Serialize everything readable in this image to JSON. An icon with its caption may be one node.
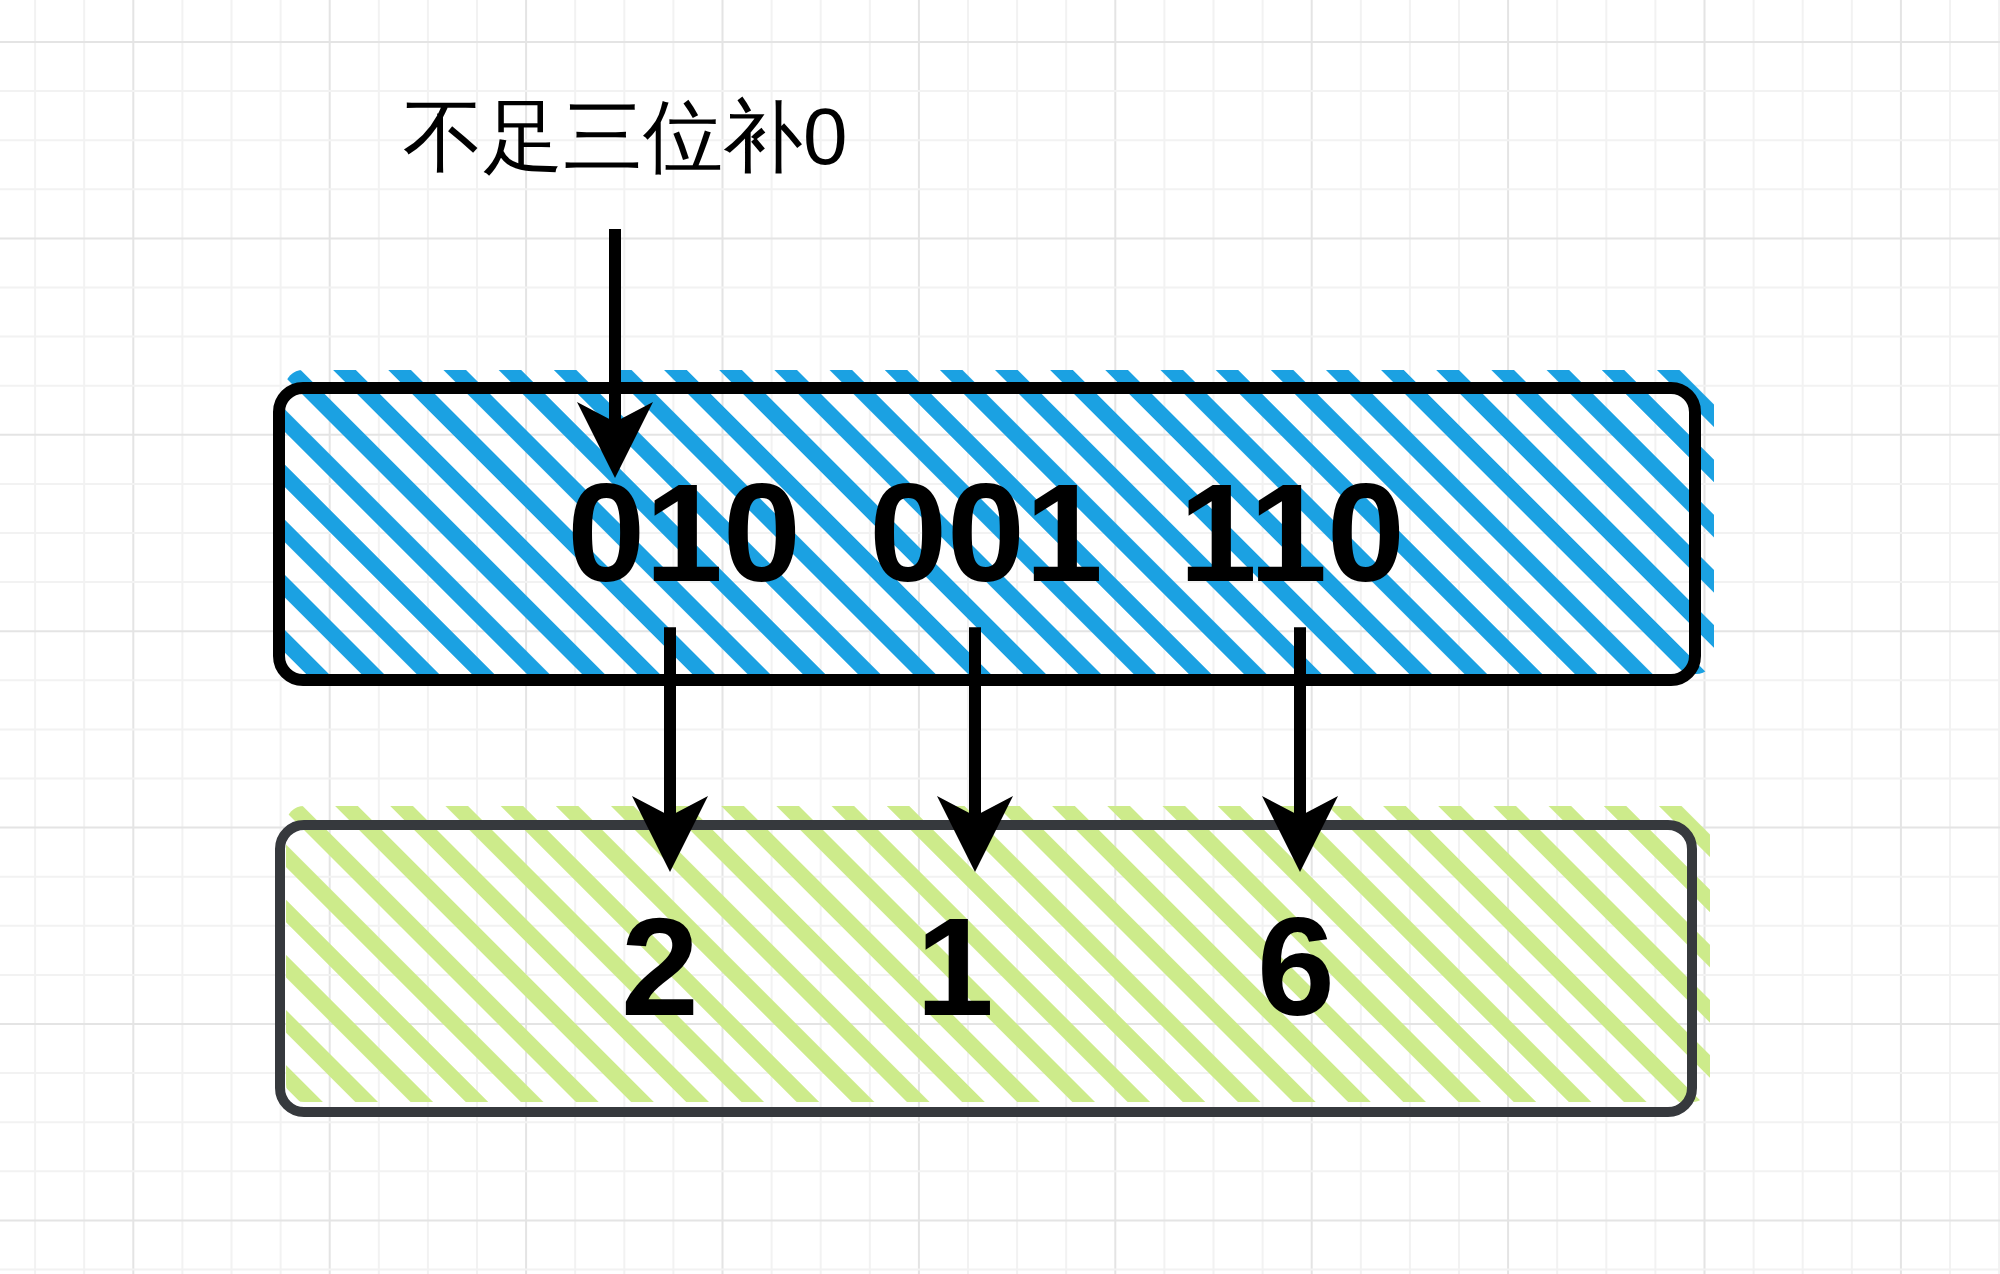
{
  "diagram": {
    "nodes": [
      {
        "text": [
          "不足三位补0"
        ]
      },
      {
        "text": [],
        "shape": "box"
      },
      {
        "text": [
          "010"
        ],
        "in": 1
      },
      {
        "text": [
          "001"
        ],
        "in": 1
      },
      {
        "text": [
          "110"
        ],
        "in": 1
      },
      {
        "text": [],
        "shape": "box"
      },
      {
        "text": [
          "2"
        ],
        "in": 5
      },
      {
        "text": [
          "1"
        ],
        "in": 5
      },
      {
        "text": [
          "6"
        ],
        "in": 5
      }
    ],
    "edges": [
      {
        "from": 0,
        "to": 2,
        "arrow": "to"
      },
      {
        "from": 2,
        "to": 6,
        "arrow": "to"
      },
      {
        "from": 3,
        "to": 7,
        "arrow": "to"
      },
      {
        "from": 4,
        "to": 8,
        "arrow": "to"
      }
    ]
  }
}
